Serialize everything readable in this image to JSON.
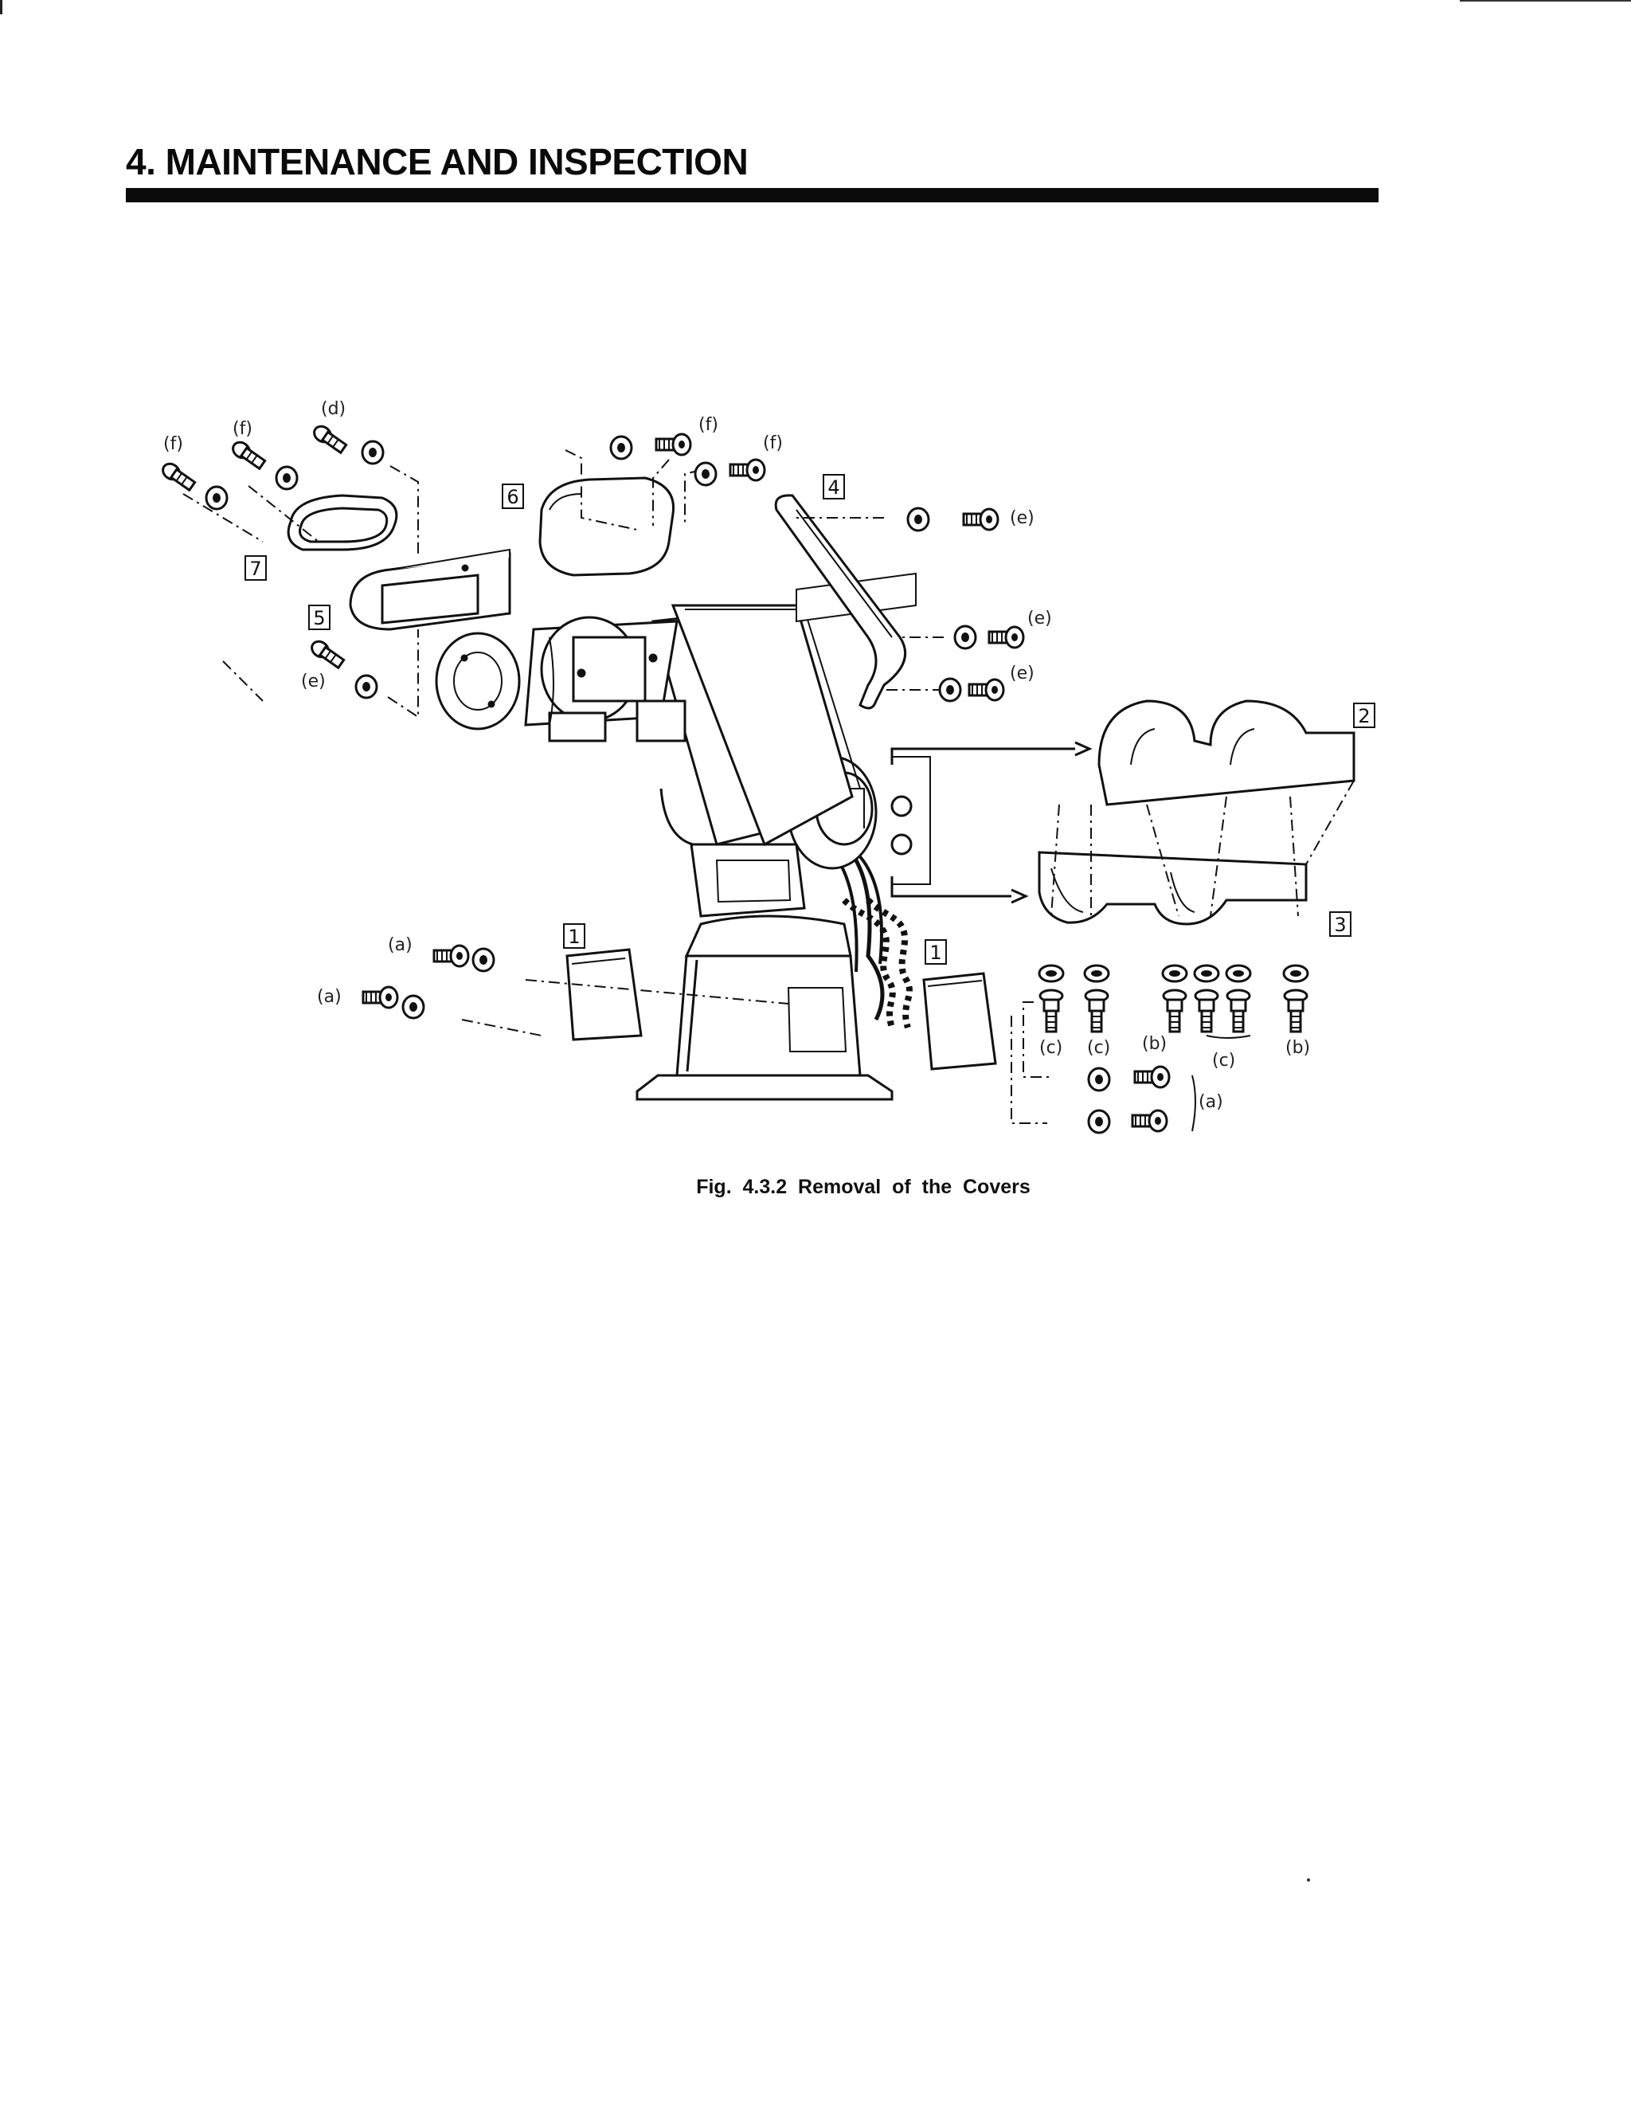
{
  "section": {
    "title": "4. MAINTENANCE AND INSPECTION"
  },
  "figure": {
    "caption": "Fig.  4.3.2  Removal  of  the  Covers",
    "part_numbers": [
      "1",
      "1",
      "2",
      "3",
      "4",
      "5",
      "6",
      "7"
    ],
    "screw_labels": {
      "a": "(a)",
      "b": "(b)",
      "c": "(c)",
      "d": "(d)",
      "e": "(e)",
      "f": "(f)"
    }
  }
}
